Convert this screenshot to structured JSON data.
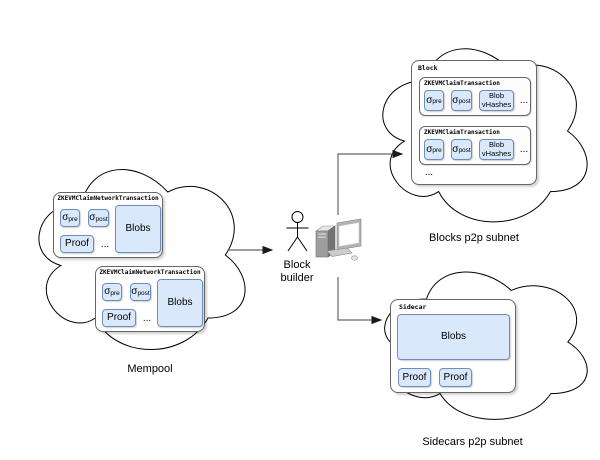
{
  "colors": {
    "chip_fill": "#dae8fc",
    "chip_border": "#6c8ebf",
    "container_border": "#666666",
    "cloud_stroke": "#000000",
    "arrow_line": "#666666",
    "arrow_head": "#1a1a1a"
  },
  "mempool": {
    "label": "Mempool",
    "transactions": [
      {
        "title": "ZKEVMClaimNetworkTransaction",
        "sigma": "σ",
        "sub_pre": "pre",
        "sub_post": "post",
        "proof": "Proof",
        "ellipsis": "...",
        "blobs": "Blobs"
      },
      {
        "title": "ZKEVMClaimNetworkTransaction",
        "sigma": "σ",
        "sub_pre": "pre",
        "sub_post": "post",
        "proof": "Proof",
        "ellipsis": "...",
        "blobs": "Blobs"
      }
    ]
  },
  "block_builder": {
    "label_line1": "Block",
    "label_line2": "builder"
  },
  "blocks_subnet": {
    "label": "Blocks p2p subnet",
    "block": {
      "title": "Block",
      "ellipsis": "...",
      "transactions": [
        {
          "title": "ZKEVMClaimTransaction",
          "sigma": "σ",
          "sub_pre": "pre",
          "sub_post": "post",
          "blob_line1": "Blob",
          "blob_line2": "vHashes",
          "ellipsis": "..."
        },
        {
          "title": "ZKEVMClaimTransaction",
          "sigma": "σ",
          "sub_pre": "pre",
          "sub_post": "post",
          "blob_line1": "Blob",
          "blob_line2": "vHashes",
          "ellipsis": "..."
        }
      ]
    }
  },
  "sidecars_subnet": {
    "label": "Sidecars p2p subnet",
    "sidecar": {
      "title": "Sidecar",
      "blobs": "Blobs",
      "proofs": [
        "Proof",
        "Proof"
      ]
    }
  }
}
